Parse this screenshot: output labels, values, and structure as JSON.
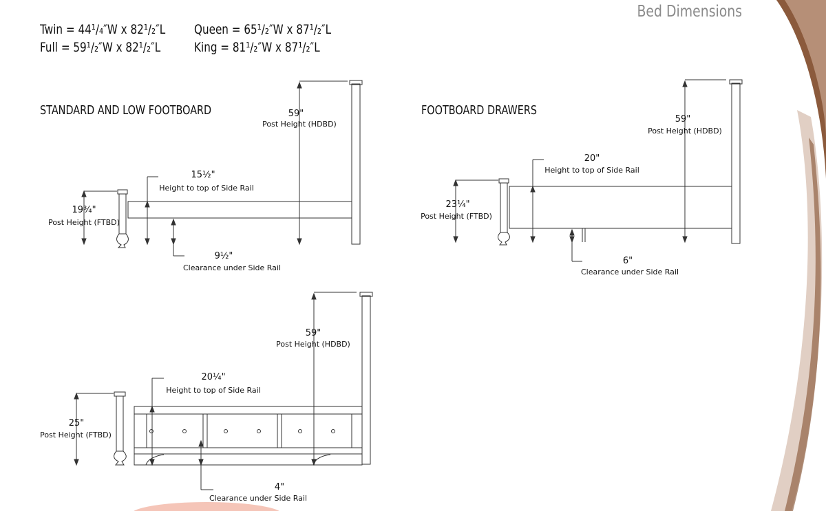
{
  "page_title": "Bed Dimensions",
  "sizes": {
    "twin": "Twin = 44¹/₄″W x 82¹/₂″L",
    "full": "Full = 59¹/₂″W x 82¹/₂″L",
    "queen": "Queen = 65¹/₂″W x 87¹/₂″L",
    "king": "King = 81¹/₂″W x 87¹/₂″L"
  },
  "standard": {
    "title": "STANDARD AND LOW FOOTBOARD",
    "hdbd_value": "59\"",
    "hdbd_label": "Post Height (HDBD)",
    "rail_value": "15½\"",
    "rail_label": "Height to top of Side Rail",
    "ftbd_value": "19¾\"",
    "ftbd_label": "Post Height (FTBD)",
    "clear_value": "9½\"",
    "clear_label": "Clearance under Side Rail"
  },
  "drawers": {
    "title": "FOOTBOARD DRAWERS",
    "hdbd_value": "59\"",
    "hdbd_label": "Post Height (HDBD)",
    "rail_value": "20\"",
    "rail_label": "Height to top of Side Rail",
    "ftbd_value": "23¼\"",
    "ftbd_label": "Post Height (FTBD)",
    "clear_value": "6\"",
    "clear_label": "Clearance under Side Rail"
  },
  "storage": {
    "hdbd_value": "59\"",
    "hdbd_label": "Post Height (HDBD)",
    "rail_value": "20¼\"",
    "rail_label": "Height to top of Side Rail",
    "ftbd_value": "25\"",
    "ftbd_label": "Post Height (FTBD)",
    "clear_value": "4\"",
    "clear_label": "Clearance under Side Rail"
  },
  "colors": {
    "accent_swoosh": "#8b5a3c",
    "swoosh_light": "#d9c3b5",
    "line": "#333333",
    "title_gray": "#8a8a8a"
  }
}
